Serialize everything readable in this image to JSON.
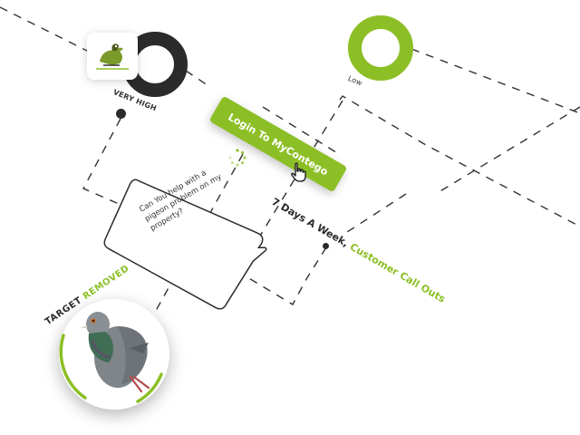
{
  "risk": {
    "high_label": "VERY HIGH",
    "low_label": "Low"
  },
  "login": {
    "button_label": "Login To MyContego"
  },
  "bubble": {
    "lines": [
      "Can You help with a",
      "pigeon problem on my",
      "property?"
    ]
  },
  "callout": {
    "prefix": "7 Days A Week,",
    "highlight": "Customer Call Outs"
  },
  "target": {
    "word1": "TARGET",
    "word2": "REMOVED"
  },
  "colors": {
    "accent_green": "#8cbf26",
    "dark": "#2b2b2b"
  },
  "icons": {
    "logo": "pigeon-logo-icon",
    "cursor": "hand-pointer-icon",
    "spinner": "loading-spinner-icon"
  }
}
